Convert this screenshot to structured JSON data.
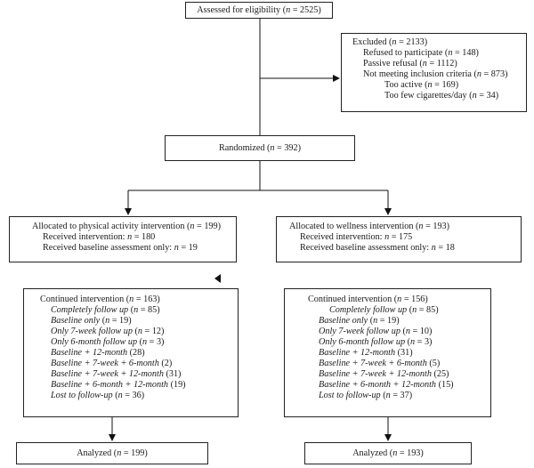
{
  "assessed": {
    "pre": "Assessed for eligibility (",
    "n": "n",
    "post": " = 2525)"
  },
  "excluded": {
    "header": {
      "pre": "Excluded (",
      "n": "n",
      "post": " = 2133)"
    },
    "items": [
      {
        "pre": "Refused to participate (",
        "n": "n",
        "post": " = 148)"
      },
      {
        "pre": "Passive refusal (",
        "n": "n",
        "post": " = 1112)"
      },
      {
        "pre": "Not meeting inclusion criteria (",
        "n": "n",
        "post": " = 873)"
      }
    ],
    "subitems": [
      {
        "pre": "Too active (",
        "n": "n",
        "post": " = 169)"
      },
      {
        "pre": "Too few cigarettes/day (",
        "n": "n",
        "post": " = 34)"
      }
    ]
  },
  "randomized": {
    "pre": "Randomized (",
    "n": "n",
    "post": " = 392)"
  },
  "left": {
    "allocated": {
      "pre": "Allocated to physical activity intervention (",
      "n": "n",
      "post": " = 199)"
    },
    "received": {
      "pre": "Received intervention: ",
      "n": "n",
      "post": " = 180"
    },
    "baseline_only": {
      "pre": "Received baseline assessment only: ",
      "n": "n",
      "post": " = 19"
    },
    "continued": {
      "pre": "Continued intervention (",
      "n": "n",
      "post": " = 163)"
    },
    "followup": [
      {
        "label": "Completely follow up",
        "pre": " (",
        "n": "n",
        "post": " = 85)"
      },
      {
        "label": "Baseline only",
        "pre": " (",
        "n": "n",
        "post": " = 19)"
      },
      {
        "label": "Only 7-week follow up",
        "pre": " (",
        "n": "n",
        "post": " = 12)"
      },
      {
        "label": "Only 6-month follow up",
        "pre": " (",
        "n": "n",
        "post": " = 3)"
      },
      {
        "label": "Baseline + 12-month",
        "pre": " (28)"
      },
      {
        "label": "Baseline + 7-week + 6-month",
        "pre": " (2)"
      },
      {
        "label": "Baseline + 7-week + 12-month",
        "pre": " (31)"
      },
      {
        "label": "Baseline + 6-month + 12-month",
        "pre": " (19)"
      },
      {
        "label": "Lost to follow-up",
        "pre": " (",
        "n": "n",
        "post": " = 36)"
      }
    ],
    "analyzed": {
      "pre": "Analyzed (",
      "n": "n",
      "post": " = 199)"
    }
  },
  "right": {
    "allocated": {
      "pre": "Allocated to wellness intervention (",
      "n": "n",
      "post": " = 193)"
    },
    "received": {
      "pre": "Received intervention: ",
      "n": "n",
      "post": " = 175"
    },
    "baseline_only": {
      "pre": "Received baseline assessment only: ",
      "n": "n",
      "post": " = 18"
    },
    "continued": {
      "pre": "Continued intervention (",
      "n": "n",
      "post": " = 156)"
    },
    "followup": [
      {
        "label": "Completely follow up",
        "pre": " (",
        "n": "n",
        "post": " = 85)"
      },
      {
        "label": "Baseline only",
        "pre": " (",
        "n": "n",
        "post": " = 19)"
      },
      {
        "label": "Only 7-week follow up",
        "pre": " (",
        "n": "n",
        "post": " = 10)"
      },
      {
        "label": "Only 6-month follow up",
        "pre": " (",
        "n": "n",
        "post": " = 3)"
      },
      {
        "label": "Baseline + 12-month",
        "pre": " (31)"
      },
      {
        "label": "Baseline + 7-week + 6-month",
        "pre": " (5)"
      },
      {
        "label": "Baseline + 7-week + 12-month",
        "pre": " (25)"
      },
      {
        "label": "Baseline + 6-month + 12-month",
        "pre": " (15)"
      },
      {
        "label": "Lost to follow-up",
        "pre": " (",
        "n": "n",
        "post": " = 37)"
      }
    ],
    "analyzed": {
      "pre": "Analyzed (",
      "n": "n",
      "post": " = 193)"
    }
  }
}
